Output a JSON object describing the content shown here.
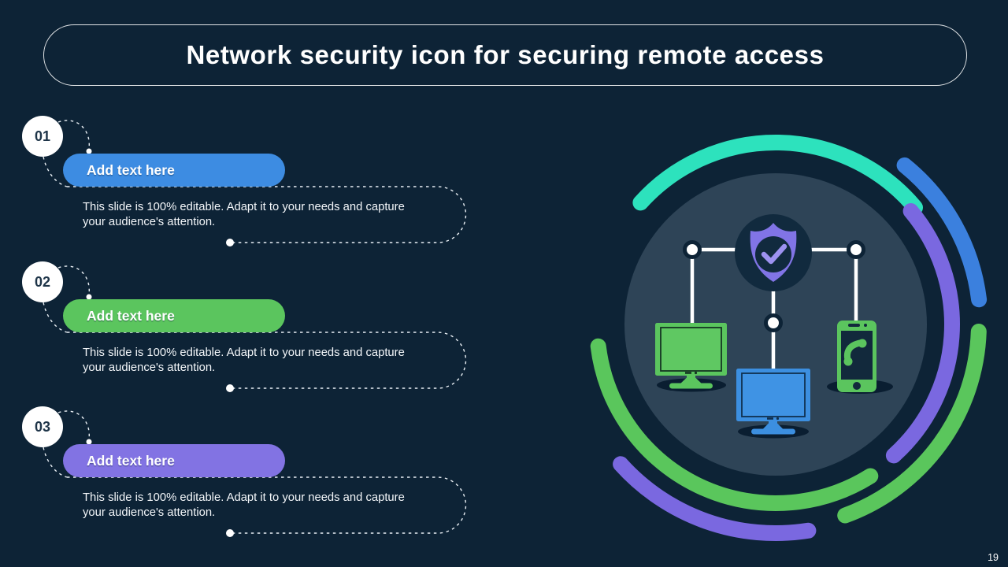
{
  "slide": {
    "title": "Network security icon for securing remote access",
    "page_number": "19"
  },
  "items": [
    {
      "number": "01",
      "label": "Add text here",
      "description_lines": [
        "This slide is 100% editable. Adapt it to your needs and capture",
        "your audience's attention."
      ],
      "color": "#3D8CE2"
    },
    {
      "number": "02",
      "label": "Add text here",
      "description_lines": [
        "This slide is 100% editable. Adapt it to your needs and capture",
        "your audience's attention."
      ],
      "color": "#5BC55E"
    },
    {
      "number": "03",
      "label": "Add text here",
      "description_lines": [
        "This slide is 100% editable. Adapt it to your needs and capture",
        "your audience's attention."
      ],
      "color": "#8273E3"
    }
  ],
  "graphic": {
    "center_icon": "shield-checkmark",
    "devices": [
      "desktop-monitor-green",
      "desktop-monitor-blue",
      "smartphone-call-green"
    ],
    "colors": {
      "background": "#0D2336",
      "big_circle": "#2E4457",
      "shield_backdrop_circle": "#112A3E",
      "shield_purple": "#8174E6",
      "checkmark": "#9D92F0",
      "arc_teal": "#2DE2BD",
      "arc_blue": "#3B80DE",
      "arc_purple": "#7A68E0",
      "arc_green": "#5AC65C",
      "device_green": "#5BC55E",
      "device_blue": "#3C8FE0",
      "connector_white": "#FFFFFF"
    }
  }
}
